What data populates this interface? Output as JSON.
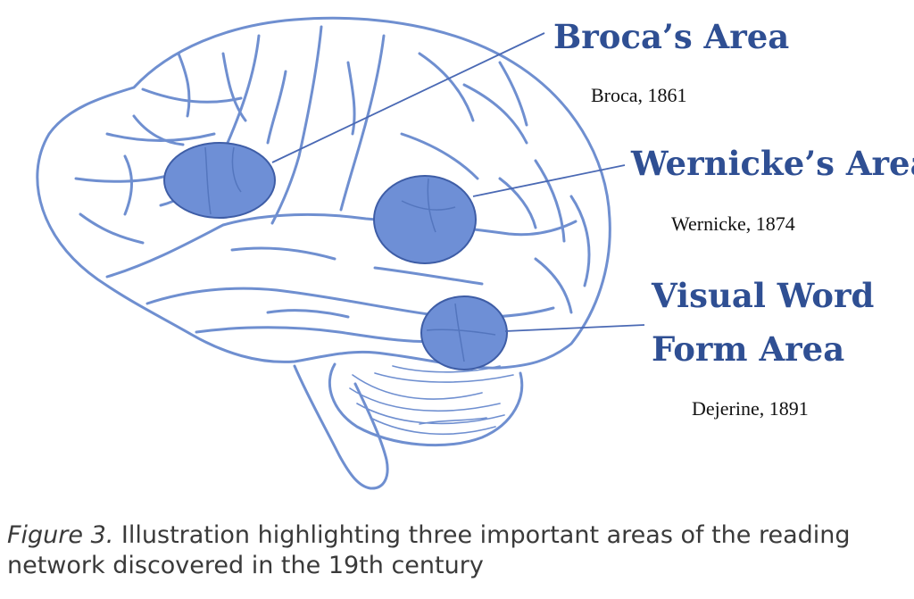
{
  "colors": {
    "outline": "#6f8fd0",
    "region_fill": "#6e8fd6",
    "region_stroke": "#3e5da6",
    "title_text": "#2f4f93",
    "caption_text": "#3a3a3a"
  },
  "areas": [
    {
      "title": "Broca’s Area",
      "subtitle": "Broca, 1861"
    },
    {
      "title": "Wernicke’s Area",
      "subtitle": "Wernicke, 1874"
    },
    {
      "title_line1": "Visual Word",
      "title_line2": "Form Area",
      "subtitle": "Dejerine, 1891"
    }
  ],
  "caption": {
    "label": "Figure 3.",
    "text": " Illustration highlighting three important areas of the reading network discovered in the 19th century"
  }
}
